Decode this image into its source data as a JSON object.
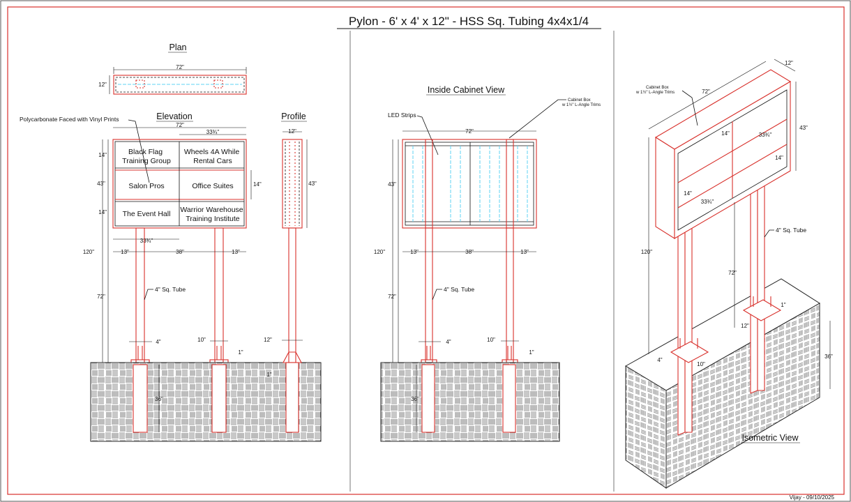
{
  "title": "Pylon - 6' x 4' x 12\" - HSS Sq. Tubing 4x4x1/4",
  "footer": "Vijay - 09/10/2025",
  "colors": {
    "structure": "#d8302b",
    "led": "#5fd3f3",
    "line": "#111111"
  },
  "views": {
    "plan": "Plan",
    "elevation": "Elevation",
    "profile": "Profile",
    "inside": "Inside Cabinet View",
    "isometric": "Isometric View"
  },
  "sign_panels": [
    [
      "Black Flag",
      "Training Group"
    ],
    [
      "Wheels 4A While",
      "Rental Cars"
    ],
    [
      "Salon Pros"
    ],
    [
      "Office Suites"
    ],
    [
      "The Event Hall"
    ],
    [
      "Warrior Warehouse",
      "Training Institute"
    ]
  ],
  "notes": {
    "polycarbonate": "Polycarbonate Faced with Vinyl Prints",
    "tube": "4\" Sq. Tube",
    "led": "LED Strips",
    "cabinet_box": [
      "Cabinet Box",
      "w 1½\" L-Angle Trims"
    ]
  },
  "dims": {
    "d72": "72\"",
    "d12": "12\"",
    "d43": "43\"",
    "d14": "14\"",
    "d33": "33¾\"",
    "d120": "120\"",
    "d13": "13\"",
    "d38": "38\"",
    "d4": "4\"",
    "d10": "10\"",
    "d1": "1\"",
    "d36": "36\""
  }
}
